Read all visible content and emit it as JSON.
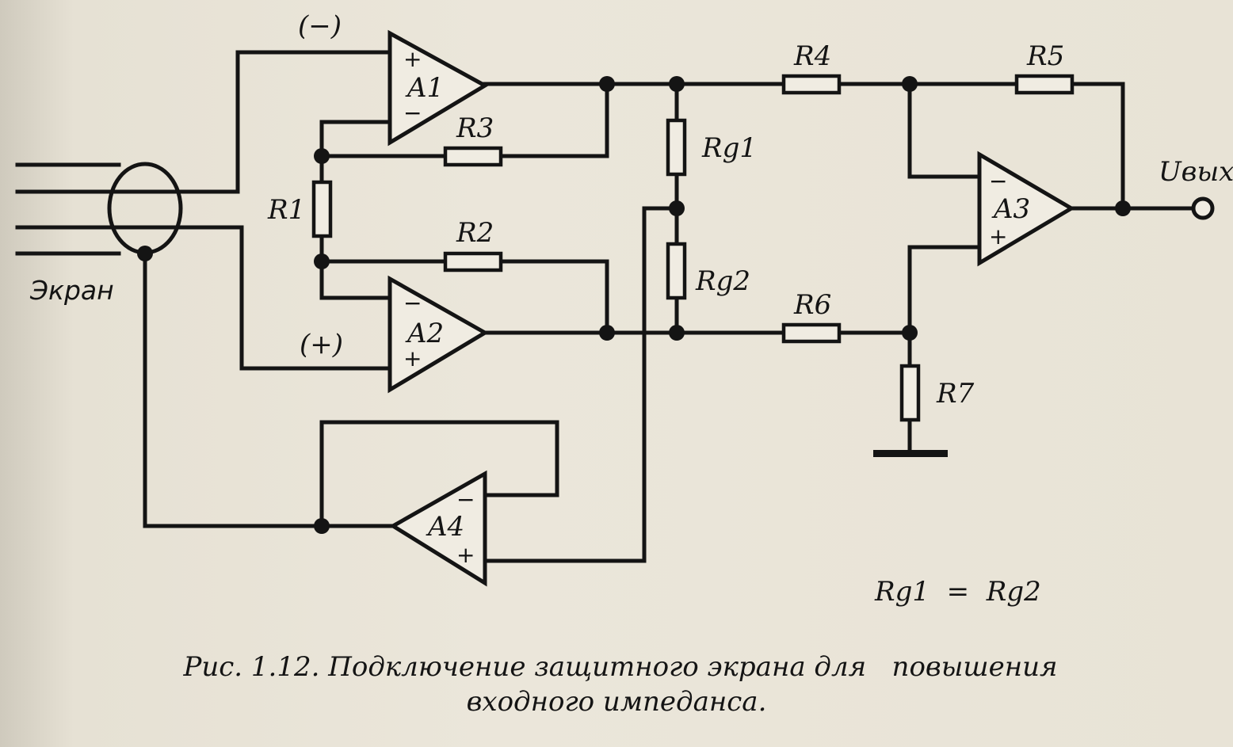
{
  "labels": {
    "inv_input": "(−)",
    "noninv_input": "(+)",
    "shield": "Экран",
    "output": "Uвых",
    "equation": "Rg1  =  Rg2"
  },
  "amps": {
    "a1": {
      "name": "A1",
      "top_pin": "+",
      "bottom_pin": "−"
    },
    "a2": {
      "name": "A2",
      "top_pin": "−",
      "bottom_pin": "+"
    },
    "a3": {
      "name": "A3",
      "top_pin": "−",
      "bottom_pin": "+"
    },
    "a4": {
      "name": "A4",
      "top_pin": "−",
      "bottom_pin": "+"
    }
  },
  "resistors": {
    "r1": "R1",
    "r2": "R2",
    "r3": "R3",
    "r4": "R4",
    "r5": "R5",
    "r6": "R6",
    "r7": "R7",
    "rg1": "Rg1",
    "rg2": "Rg2"
  },
  "caption": {
    "line1": "Рис. 1.12. Подключение защитного экрана для   повышения",
    "line2": "входного импеданса."
  }
}
